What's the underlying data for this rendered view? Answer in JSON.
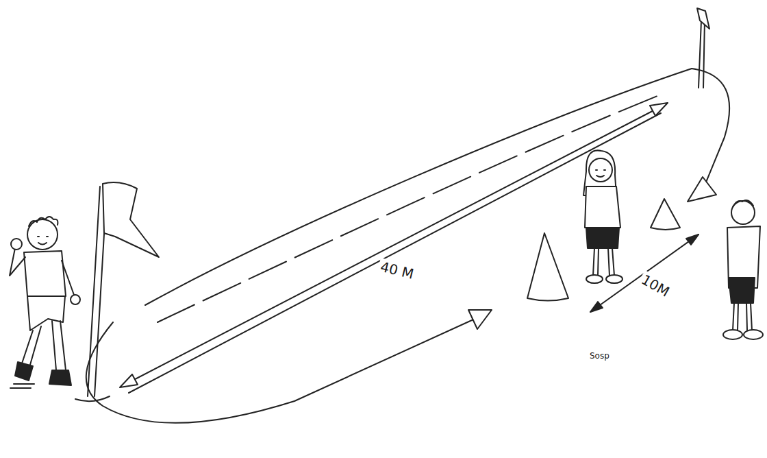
{
  "diagram": {
    "labels": [
      "40 M",
      "10M",
      "Sosp"
    ]
  }
}
